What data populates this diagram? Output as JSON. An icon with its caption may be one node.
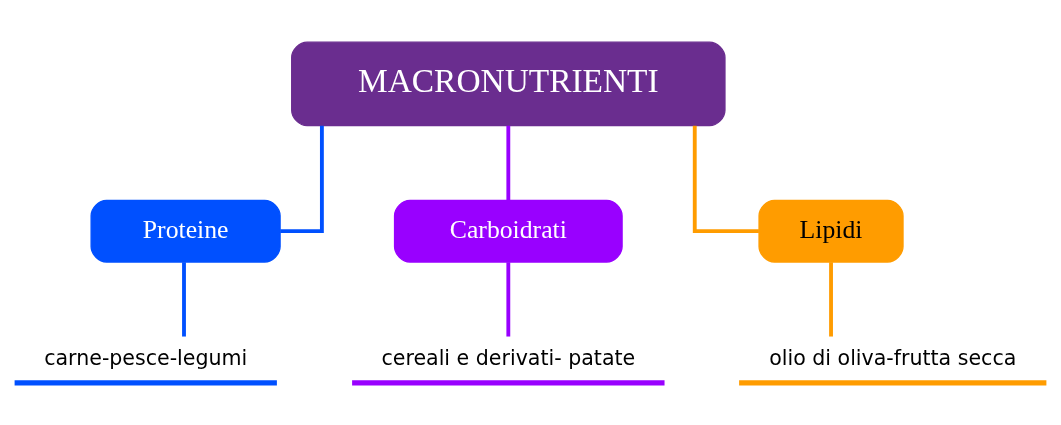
{
  "diagram": {
    "nodes": [
      {
        "text": [
          "MACRONUTRIENTI"
        ]
      },
      {
        "text": [
          "Proteine"
        ]
      },
      {
        "text": [
          "Carboidrati"
        ]
      },
      {
        "text": [
          "Lipidi"
        ]
      },
      {
        "text": [
          "carne-pesce-legumi"
        ]
      },
      {
        "text": [
          "cereali e derivati- patate"
        ]
      },
      {
        "text": [
          "olio di oliva-frutta secca"
        ]
      }
    ],
    "edges": [
      {
        "from": 0,
        "to": 1,
        "arrow": "none",
        "color": "#0050ff"
      },
      {
        "from": 0,
        "to": 2,
        "arrow": "none",
        "color": "#9900ff"
      },
      {
        "from": 0,
        "to": 3,
        "arrow": "none",
        "color": "#ff9c00"
      },
      {
        "from": 1,
        "to": 4,
        "arrow": "none",
        "color": "#0050ff"
      },
      {
        "from": 2,
        "to": 5,
        "arrow": "none",
        "color": "#9900ff"
      },
      {
        "from": 3,
        "to": 6,
        "arrow": "none",
        "color": "#ff9c00"
      }
    ]
  }
}
